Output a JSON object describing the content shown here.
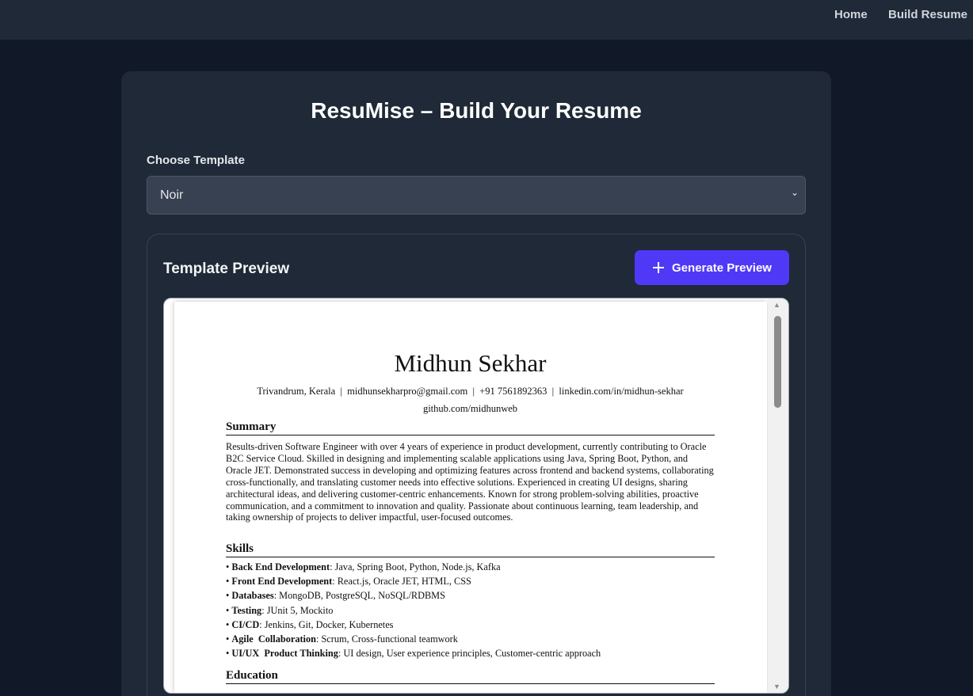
{
  "nav": {
    "home": "Home",
    "build": "Build Resume"
  },
  "page": {
    "title": "ResuMise – Build Your Resume",
    "choose_label": "Choose Template",
    "template_selected": "Noir"
  },
  "preview": {
    "title": "Template Preview",
    "generate_label": "Generate Preview"
  },
  "resume": {
    "name": "Midhun Sekhar",
    "contact_line1": "Trivandrum, Kerala  |  midhunsekharpro@gmail.com  |  +91 7561892363  |  linkedin.com/in/midhun-sekhar",
    "contact_line2": "github.com/midhunweb",
    "summary_heading": "Summary",
    "summary": "Results-driven Software Engineer with over 4 years of experience in product development, currently contributing to Oracle B2C Service Cloud. Skilled in designing and implementing scalable applications using Java, Spring Boot, Python, and Oracle JET. Demonstrated success in developing and optimizing features across frontend and backend systems, collaborating cross-functionally, and translating customer needs into effective solutions. Experienced in creating UI designs, sharing architectural ideas, and delivering customer-centric enhancements. Known for strong problem-solving abilities, proactive communication, and a commitment to innovation and quality. Passionate about continuous learning, team leadership, and taking ownership of projects to deliver impactful, user-focused outcomes.",
    "skills_heading": "Skills",
    "skills": [
      {
        "label": "Back End Development",
        "value": ": Java, Spring Boot, Python, Node.js, Kafka"
      },
      {
        "label": "Front End Development",
        "value": ": React.js, Oracle JET, HTML, CSS"
      },
      {
        "label": "Databases",
        "value": ": MongoDB, PostgreSQL, NoSQL/RDBMS"
      },
      {
        "label": "Testing",
        "value": ": JUnit 5, Mockito"
      },
      {
        "label": "CI/CD",
        "value": ": Jenkins, Git, Docker, Kubernetes"
      },
      {
        "label": "Agile  Collaboration",
        "value": ": Scrum, Cross-functional teamwork"
      },
      {
        "label": "UI/UX  Product Thinking",
        "value": ": UI design, User experience principles, Customer-centric approach"
      }
    ],
    "education_heading": "Education"
  },
  "colors": {
    "background": "#111827",
    "surface": "#1f2937",
    "input": "#374151",
    "accent": "#4f39f6"
  }
}
